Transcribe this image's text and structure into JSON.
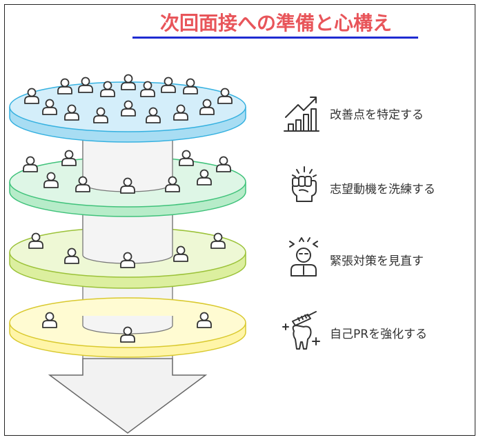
{
  "title": "次回面接への準備と心構え",
  "items": [
    {
      "label": "改善点を特定する",
      "icon": "rising-chart-icon",
      "color": "#3dbfe6"
    },
    {
      "label": "志望動機を洗練する",
      "icon": "raised-fist-icon",
      "color": "#4fcf87"
    },
    {
      "label": "緊張対策を見直す",
      "icon": "stressed-person-icon",
      "color": "#9bcc3e"
    },
    {
      "label": "自己PRを強化する",
      "icon": "sparkling-tooth-icon",
      "color": "#e8d84a"
    }
  ]
}
